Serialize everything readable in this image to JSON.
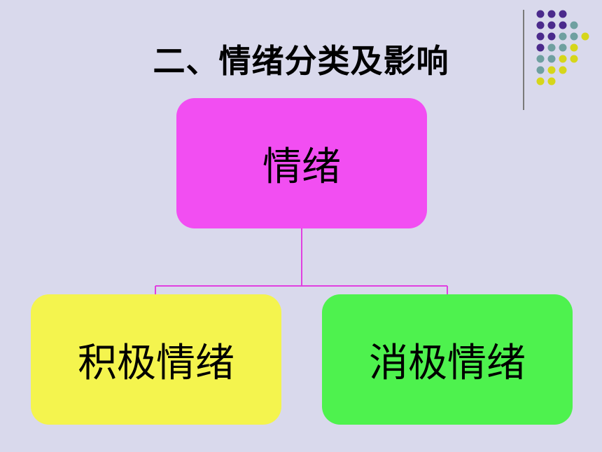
{
  "slide": {
    "title": "二、情绪分类及影响"
  },
  "diagram": {
    "root": {
      "label": "情绪",
      "color": "#f24ef2"
    },
    "children": [
      {
        "label": "积极情绪",
        "color": "#f4f44e"
      },
      {
        "label": "消极情绪",
        "color": "#4ef24e"
      }
    ],
    "connector_color": "#e040e0"
  },
  "decoration": {
    "dot_colors": {
      "purple": "#4b2a8c",
      "teal": "#6fa0a0",
      "yellow": "#d6d61a"
    },
    "divider_color": "#7a7a7a"
  }
}
